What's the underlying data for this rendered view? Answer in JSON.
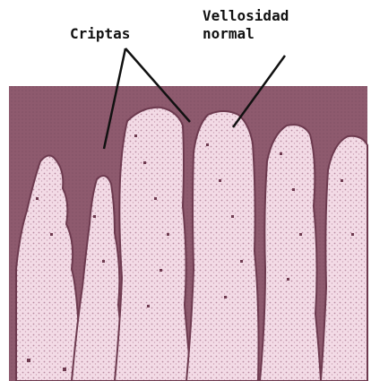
{
  "labels": {
    "criptas": "Criptas",
    "vellosidad_line1": "Vellosidad",
    "vellosidad_line2": "normal"
  },
  "colors": {
    "tissue_background": "#8e5a6e",
    "villus_fill": "#f3dbe6",
    "villus_speckle": "#6d3a4f",
    "leader_line": "#111111"
  }
}
